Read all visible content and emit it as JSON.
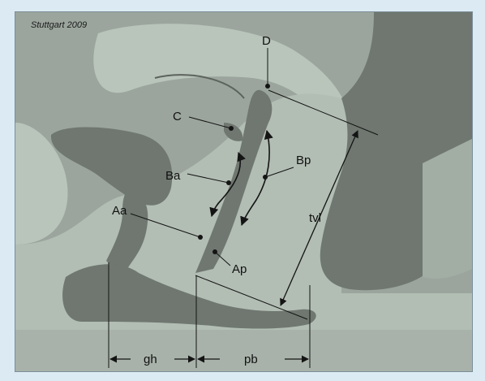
{
  "credit": "Stuttgart 2009",
  "labels": {
    "D": "D",
    "C": "C",
    "Ba": "Ba",
    "Bp": "Bp",
    "Aa": "Aa",
    "Ap": "Ap",
    "tvl": "tvl",
    "gh": "gh",
    "pb": "pb"
  },
  "colors": {
    "background": "#dcebf3",
    "tissue_light": "#b9c4bb",
    "tissue_mid": "#a2ada4",
    "organ_dark": "#6f7770",
    "line": "#141414"
  }
}
